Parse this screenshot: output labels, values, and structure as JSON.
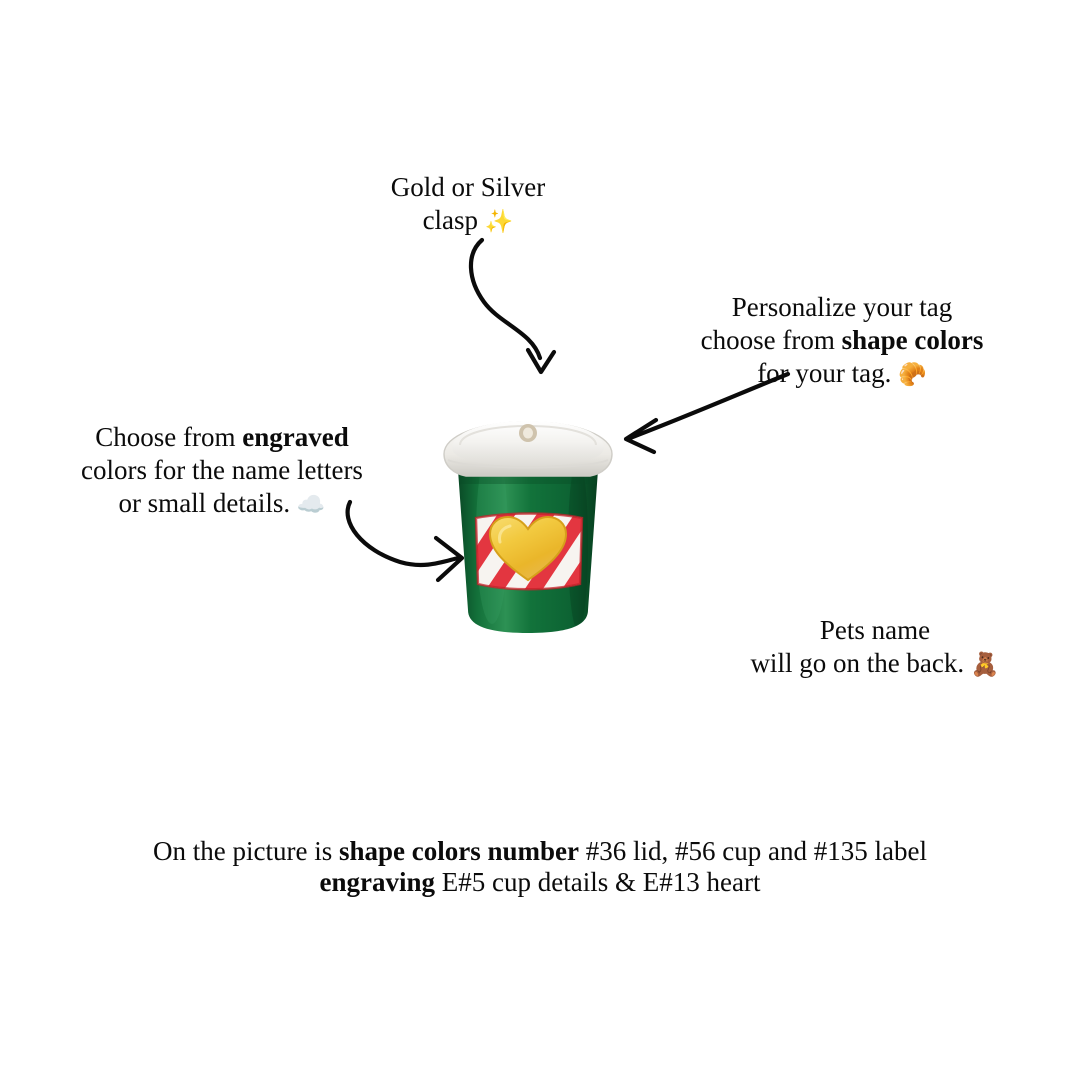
{
  "page": {
    "background_color": "#ffffff",
    "text_color": "#0b0b0b"
  },
  "annotations": {
    "clasp": {
      "line1": "Gold or Silver",
      "line2": "clasp ",
      "emoji": "✨",
      "emoji_name": "sparkles-emoji"
    },
    "shape_colors": {
      "line1": "Personalize your tag",
      "line2_prefix": "choose from  ",
      "line2_bold": "shape colors",
      "line3": "for your tag. ",
      "emoji": "🥐",
      "emoji_name": "croissant-emoji"
    },
    "engraved": {
      "line1_prefix": "Choose from ",
      "line1_bold": "engraved",
      "line2": "colors for the name letters",
      "line3": "or small details. ",
      "emoji": "☁️",
      "emoji_name": "cloud-emoji"
    },
    "pets_name": {
      "line1": "Pets name",
      "line2": "will go on the back. ",
      "emoji": "🧸",
      "emoji_name": "teddy-bear-emoji"
    }
  },
  "caption": {
    "line1_prefix": "On the picture is ",
    "line1_bold": "shape colors number",
    "line1_suffix": " #36 lid, #56 cup and #135 label",
    "line2_bold": "engraving",
    "line2_suffix": "  E#5 cup details & E#13 heart"
  },
  "product": {
    "name": "coffee-cup-charm",
    "lid_color": "#f4f4f2",
    "lid_shadow_color": "#d8d8d4",
    "clasp_hole_color": "#cfc3ad",
    "cup_color": "#0f6b36",
    "cup_color_dark": "#0a4f27",
    "cup_highlight": "#2a8c50",
    "label_white": "#f6f3ef",
    "label_stripe_red": "#e0202b",
    "heart_color": "#f0c330",
    "heart_color_light": "#f7dc6a",
    "heart_outline": "#d9a017",
    "shape_colors_on_picture": {
      "lid": "#36",
      "cup": "#56",
      "label": "#135"
    },
    "engraving_on_picture": {
      "cup_details": "E#5",
      "heart": "E#13"
    }
  },
  "arrows": {
    "stroke_color": "#0b0b0b",
    "clasp_arrow": "curved-down-arrow",
    "shape_arrow": "curved-left-arrow",
    "label_arrow": "curved-right-arrow"
  }
}
